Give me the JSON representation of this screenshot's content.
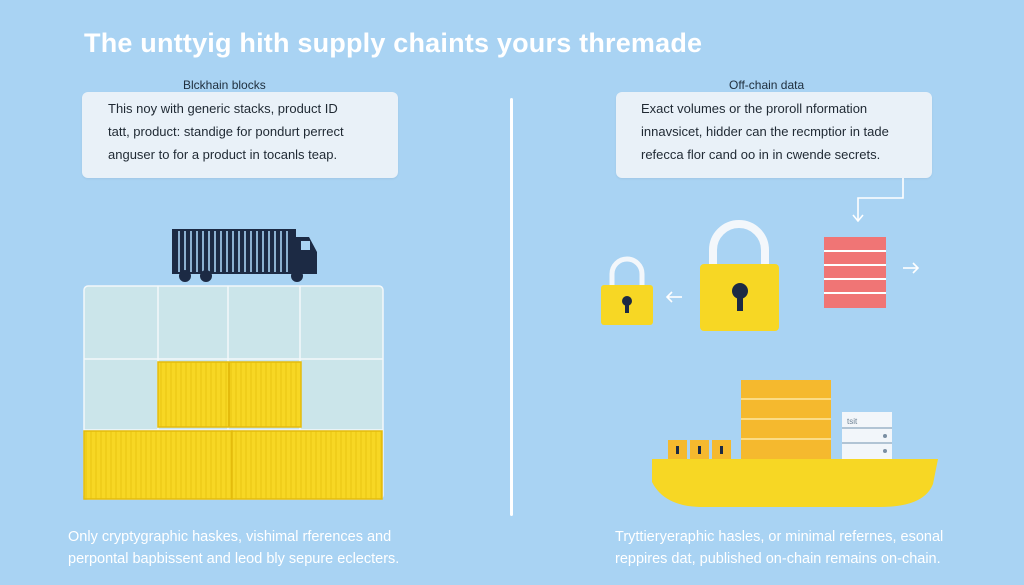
{
  "title": "The unttyig hith supply chaints yours thremade",
  "left": {
    "label": "Blckhain blocks",
    "card_lines": [
      "This noy with generic stacks, product ID",
      "tatt, product: standige for pondurt perrect",
      "anguser to for a product in tocanls teap."
    ],
    "caption_lines": [
      "Only cryptygraphic haskes, vishimal rferences and",
      "perpontal bapbissent and leod bly sepure eclecters."
    ]
  },
  "right": {
    "label": "Off-chain data",
    "card_lines": [
      "Exact volumes or the proroll nformation",
      "innavsicet, hidder can the recmptior in tade",
      "refecca flor cand oo in in cwende secrets."
    ],
    "caption_lines": [
      "Tryttieryeraphic hasles, or minimal refernes, esonal",
      "reppires dat, published on-chain remains on-chain."
    ],
    "mini_label": "tsit"
  },
  "colors": {
    "background": "#a9d3f3",
    "accent_yellow": "#f7d724",
    "truck": "#1c2a44",
    "database_red": "#f07575",
    "grid": "#cbe5ea"
  }
}
